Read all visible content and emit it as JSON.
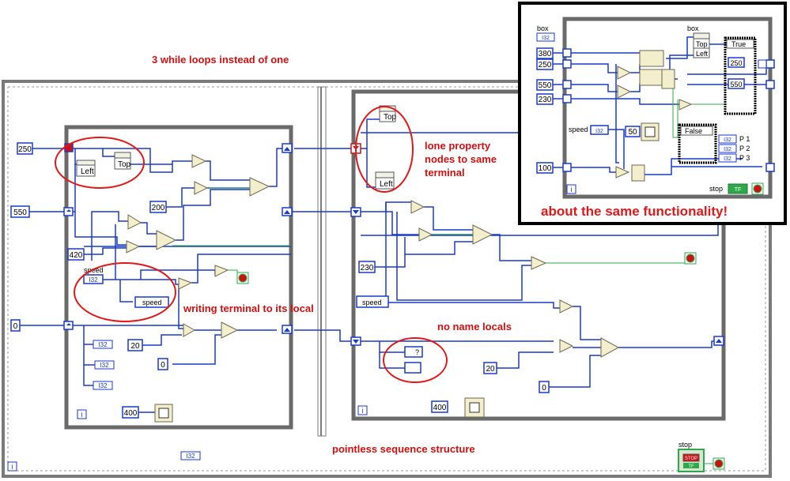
{
  "annotations": {
    "title": "3 while loops instead of one",
    "lone_property": "lone property\nnodes to same\nterminal",
    "writing_terminal": "writing terminal to its local",
    "no_name_locals": "no name locals",
    "pointless_sequence": "pointless sequence structure",
    "same_functionality": "about the same functionality!"
  },
  "loop1": {
    "const_250": "250",
    "const_550": "550",
    "const_420": "420",
    "const_0": "0",
    "const_200": "200",
    "const_20": "20",
    "const_0b": "0",
    "const_400": "400",
    "prop_top": "Top",
    "prop_left": "Left",
    "speed_label": "speed",
    "speed_type": "I32",
    "speed_local": "speed",
    "i32_a": "I32",
    "i32_b": "I32",
    "i32_c": "I32",
    "iter": "i"
  },
  "loop2": {
    "prop_top": "Top",
    "prop_left": "Left",
    "const_230": "230",
    "speed_local": "speed",
    "local_q": "?",
    "const_20": "20",
    "const_0": "0",
    "const_400": "400",
    "iter": "i"
  },
  "outer": {
    "iter": "i",
    "i32": "I32",
    "stop_label": "stop",
    "stop_btn": "STOP",
    "tf": "TF"
  },
  "inset": {
    "box_label": "box",
    "box_type": "I32",
    "box_label2": "box",
    "prop_top": "Top",
    "prop_left": "Left",
    "c380": "380",
    "c250": "250",
    "c550": "550",
    "c230": "230",
    "c100": "100",
    "c50": "50",
    "speed_label": "speed",
    "speed_type": "I32",
    "true_case": "True",
    "false_case": "False",
    "out250": "250",
    "out550": "550",
    "p1": "P 1",
    "p2": "P 2",
    "p3": "P 3",
    "i32_1": "I32",
    "i32_2": "I32",
    "i32_3": "I32",
    "stop_label": "stop",
    "tf": "TF",
    "iter": "i"
  }
}
